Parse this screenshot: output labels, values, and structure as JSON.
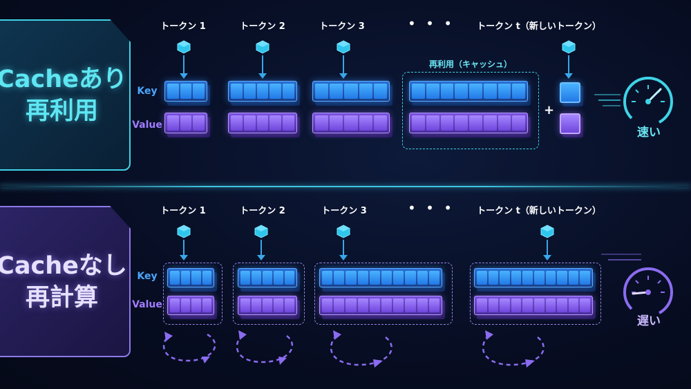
{
  "top": {
    "title_line1": "Cacheあり",
    "title_line2": "再利用",
    "reuse_label": "再利用（キャッシュ）",
    "speed_label": "速い",
    "plus": "+"
  },
  "bottom": {
    "title_line1": "Cacheなし",
    "title_line2": "再計算",
    "speed_label": "遅い"
  },
  "tokens": {
    "t1": "トークン 1",
    "t2": "トークン 2",
    "t3": "トークン 3",
    "dots": "• • •",
    "tt": "トークン t（新しいトークン）"
  },
  "labels": {
    "key": "Key",
    "value": "Value"
  },
  "colors": {
    "cache_accent": "#3fd3e6",
    "nocache_accent": "#9a86e6",
    "key_blue": "#4aa8ff",
    "value_purple": "#a07cff"
  },
  "icons": [
    "token-cube-icon",
    "speedometer-fast-icon",
    "speedometer-slow-icon",
    "recompute-loop-icon"
  ]
}
